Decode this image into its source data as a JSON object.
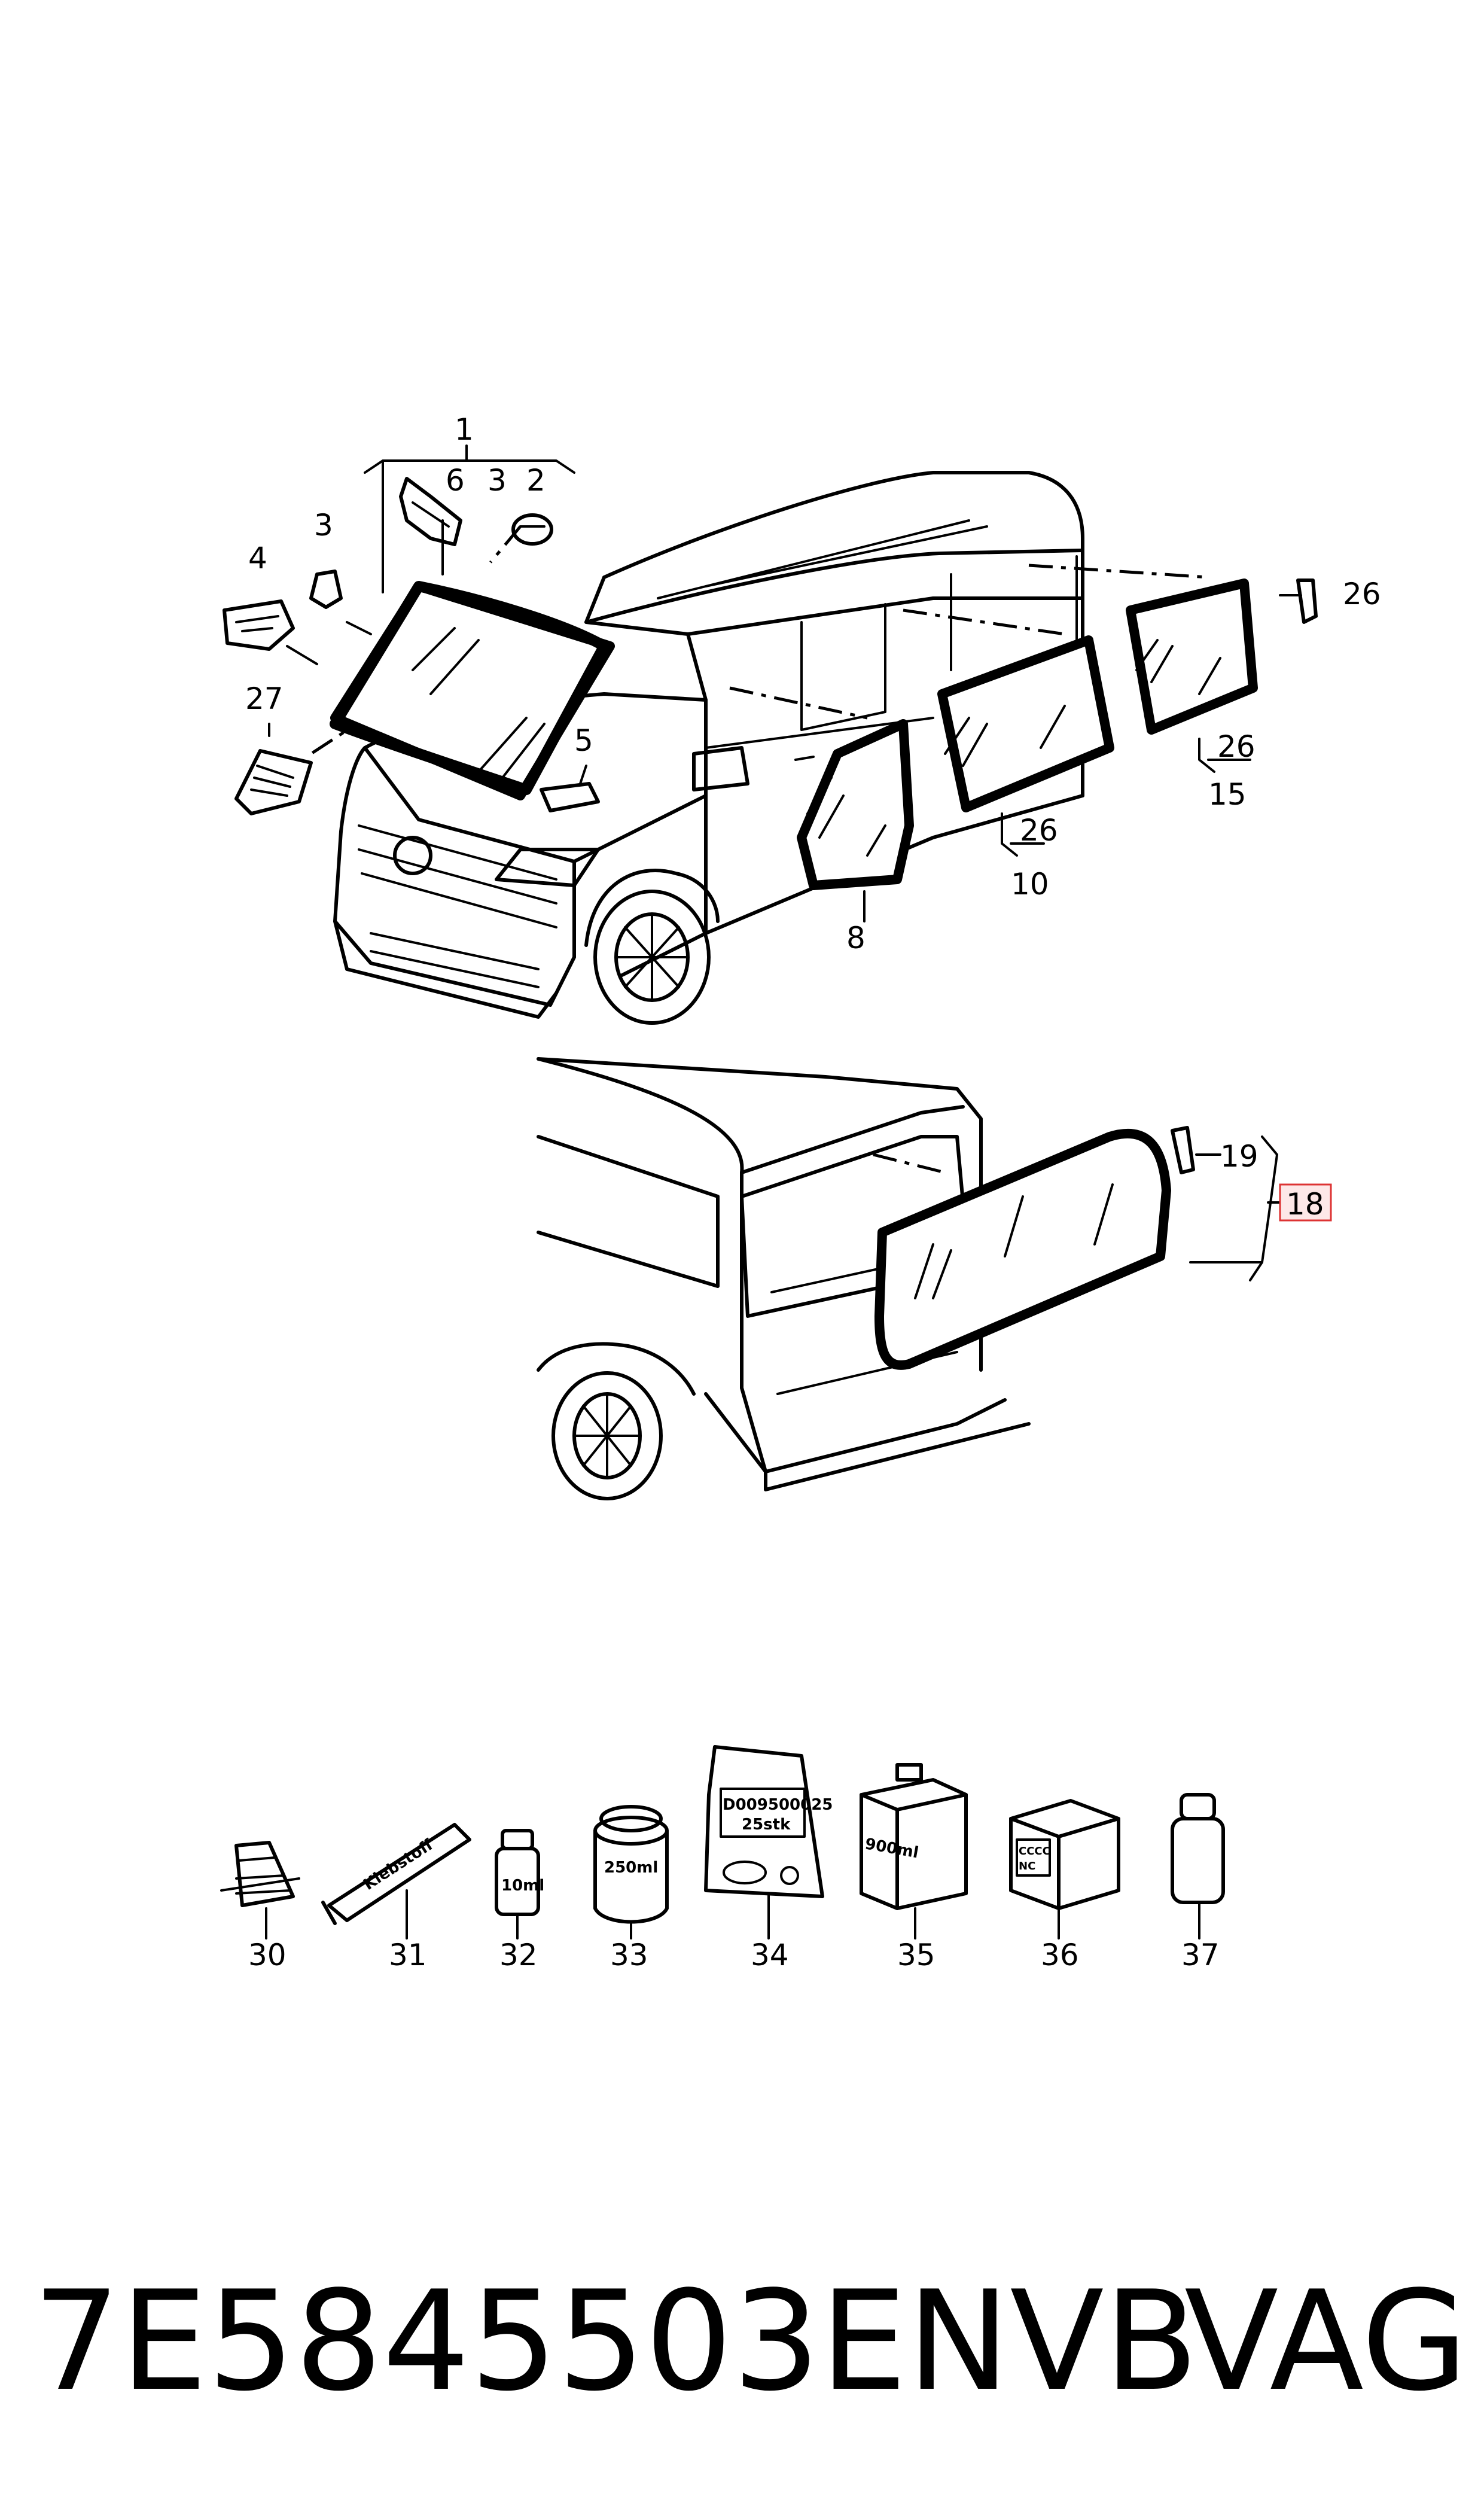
{
  "callouts": {
    "c1": "1",
    "c2": "2",
    "c3a": "3",
    "c3b": "3",
    "c4": "4",
    "c5": "5",
    "c6": "6",
    "c8": "8",
    "c10": "10",
    "c15": "15",
    "c18": "18",
    "c19": "19",
    "c26a": "26",
    "c26b": "26",
    "c26c": "26",
    "c27": "27",
    "c30": "30",
    "c31": "31",
    "c32": "32",
    "c33": "33",
    "c34": "34",
    "c35": "35",
    "c36": "36",
    "c37": "37"
  },
  "product_labels": {
    "tube": "Klebstoff",
    "bottle_small": "10ml",
    "can": "250ml",
    "bag_line1": "D009500025",
    "bag_line2": "25stk",
    "box": "900ml",
    "cube_line1": "CCCC",
    "cube_line2": "NC"
  },
  "highlight_color": "#d33333",
  "footer": {
    "part_number": "7E5845503ENVB",
    "brand": "VAG"
  }
}
